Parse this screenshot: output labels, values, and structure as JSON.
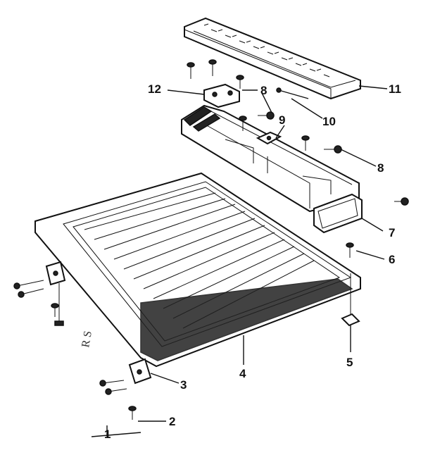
{
  "diagram": {
    "callouts": [
      {
        "id": "c1",
        "text": "1"
      },
      {
        "id": "c2",
        "text": "2"
      },
      {
        "id": "c3",
        "text": "3"
      },
      {
        "id": "c4",
        "text": "4"
      },
      {
        "id": "c5",
        "text": "5"
      },
      {
        "id": "c6",
        "text": "6"
      },
      {
        "id": "c7",
        "text": "7"
      },
      {
        "id": "c8a",
        "text": "8"
      },
      {
        "id": "c8b",
        "text": "8"
      },
      {
        "id": "c9",
        "text": "9"
      },
      {
        "id": "c10",
        "text": "10"
      },
      {
        "id": "c11",
        "text": "11"
      },
      {
        "id": "c12",
        "text": "12"
      }
    ],
    "handwritten_mark": "R S"
  }
}
